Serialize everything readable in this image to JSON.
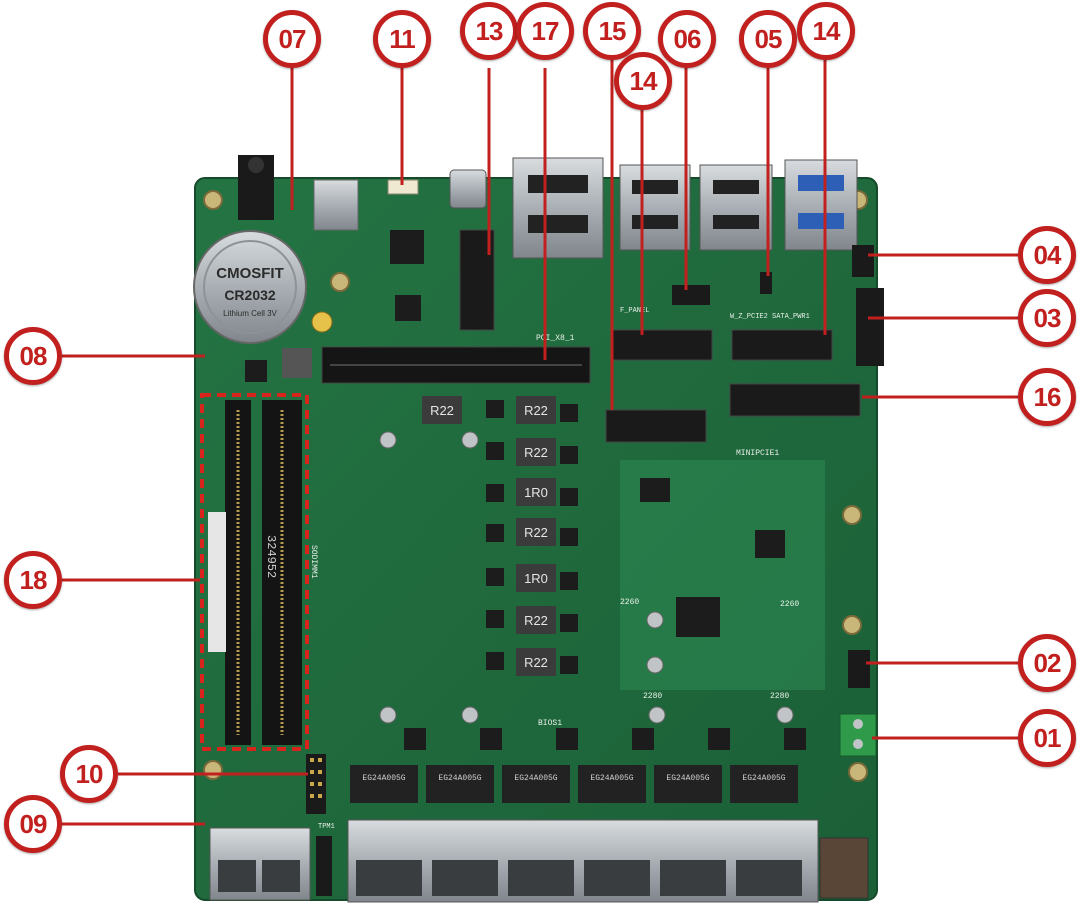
{
  "callouts": {
    "c01": "01",
    "c02": "02",
    "c03": "03",
    "c04": "04",
    "c05": "05",
    "c06": "06",
    "c07": "07",
    "c08": "08",
    "c09": "09",
    "c10": "10",
    "c11": "11",
    "c13": "13",
    "c14a": "14",
    "c14b": "14",
    "c15": "15",
    "c16": "16",
    "c17": "17",
    "c18": "18"
  },
  "silkscreen": {
    "battery_brand": "CMOSFIT",
    "battery_model": "CR2032",
    "battery_note": "Lithium Cell 3V",
    "pcie_label": "PCI_X8_1",
    "minipcie_label": "MINIPCIE1",
    "m2_2260_left": "2260",
    "m2_2260_right": "2260",
    "m2_2280_left": "2280",
    "m2_2280_right": "2280",
    "bios_label": "BIOS1",
    "tpm_label": "TPM1",
    "sata_label": "W_Z_PCIE2 SATA_PWR1",
    "f_panel_label": "F_PANEL",
    "sodimm_label": "SODIMM1",
    "sodimm_code": "324952",
    "inductor_r22": "R22",
    "inductor_1r0": "1R0",
    "lan_chip": "EG24A005G"
  },
  "colors": {
    "pcb": "#1f6b3e",
    "callout": "#c1201f",
    "slot": "#1a1a1a",
    "metal": "#b7bcc0"
  }
}
